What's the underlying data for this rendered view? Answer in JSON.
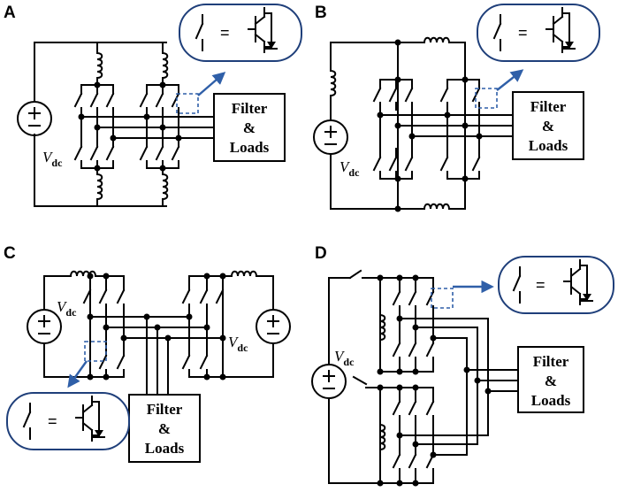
{
  "panels": [
    {
      "id": "A",
      "label": "A",
      "source_label": "V",
      "source_sub": "dc",
      "box_line1": "Filter",
      "box_line2": "&",
      "box_line3": "Loads",
      "equals": "="
    },
    {
      "id": "B",
      "label": "B",
      "source_label": "V",
      "source_sub": "dc",
      "box_line1": "Filter",
      "box_line2": "&",
      "box_line3": "Loads",
      "equals": "="
    },
    {
      "id": "C",
      "label": "C",
      "source_label_left": "V",
      "source_label_right": "V",
      "source_sub": "dc",
      "box_line1": "Filter",
      "box_line2": "&",
      "box_line3": "Loads",
      "equals": "="
    },
    {
      "id": "D",
      "label": "D",
      "source_label": "V",
      "source_sub": "dc",
      "box_line1": "Filter",
      "box_line2": "&",
      "box_line3": "Loads",
      "equals": "="
    }
  ],
  "colors": {
    "accent": "#2f5fa8",
    "bubble_border": "#1f3f7a",
    "line": "#000000"
  },
  "icons": [
    "dc-source-icon",
    "inductor-icon",
    "switch-icon",
    "igbt-diode-icon"
  ]
}
